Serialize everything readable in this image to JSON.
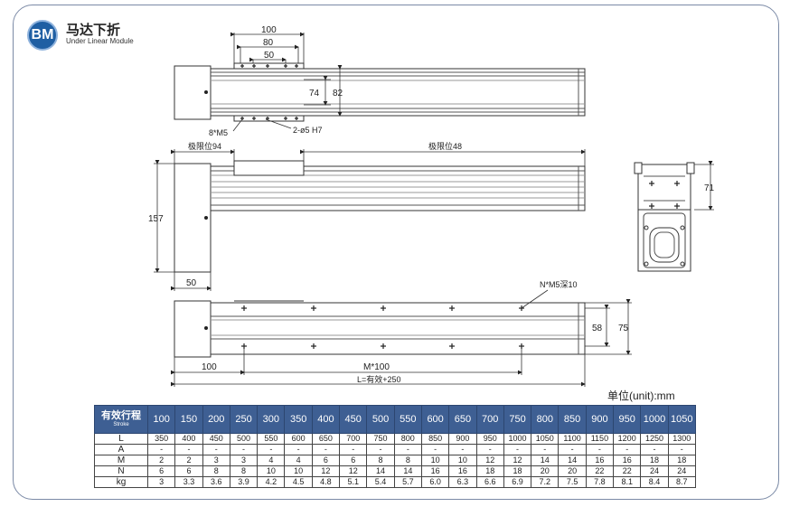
{
  "brand": {
    "logo_text": "BM",
    "title": "马达下折",
    "subtitle": "Under Linear Module"
  },
  "top_view": {
    "dim_100": "100",
    "dim_80": "80",
    "dim_50": "50",
    "dim_74": "74",
    "dim_82": "82",
    "label_bolts": "8*M5",
    "label_pin": "2-ø5 H7"
  },
  "side_view": {
    "limit_left": "极限位94",
    "limit_right": "极限位48",
    "dim_157": "157",
    "dim_50": "50"
  },
  "end_view": {
    "dim_71": "71"
  },
  "bottom_view": {
    "label_holes": "N*M5深10",
    "dim_58": "58",
    "dim_75": "75",
    "dim_100": "100",
    "dim_m": "M*100",
    "dim_l": "L=有效+250"
  },
  "unit_label": "单位(unit):mm",
  "spec_table": {
    "header_label": "有效行程",
    "header_sub": "Stroke",
    "strokes": [
      "100",
      "150",
      "200",
      "250",
      "300",
      "350",
      "400",
      "450",
      "500",
      "550",
      "600",
      "650",
      "700",
      "750",
      "800",
      "850",
      "900",
      "950",
      "1000",
      "1050"
    ],
    "rows": [
      {
        "label": "L",
        "values": [
          "350",
          "400",
          "450",
          "500",
          "550",
          "600",
          "650",
          "700",
          "750",
          "800",
          "850",
          "900",
          "950",
          "1000",
          "1050",
          "1100",
          "1150",
          "1200",
          "1250",
          "1300"
        ]
      },
      {
        "label": "A",
        "values": [
          "-",
          "-",
          "-",
          "-",
          "-",
          "-",
          "-",
          "-",
          "-",
          "-",
          "-",
          "-",
          "-",
          "-",
          "-",
          "-",
          "-",
          "-",
          "-",
          "-"
        ]
      },
      {
        "label": "M",
        "values": [
          "2",
          "2",
          "3",
          "3",
          "4",
          "4",
          "6",
          "6",
          "8",
          "8",
          "10",
          "10",
          "12",
          "12",
          "14",
          "14",
          "16",
          "16",
          "18",
          "18"
        ]
      },
      {
        "label": "N",
        "values": [
          "6",
          "6",
          "8",
          "8",
          "10",
          "10",
          "12",
          "12",
          "14",
          "14",
          "16",
          "16",
          "18",
          "18",
          "20",
          "20",
          "22",
          "22",
          "24",
          "24"
        ]
      },
      {
        "label": "kg",
        "values": [
          "3",
          "3.3",
          "3.6",
          "3.9",
          "4.2",
          "4.5",
          "4.8",
          "5.1",
          "5.4",
          "5.7",
          "6.0",
          "6.3",
          "6.6",
          "6.9",
          "7.2",
          "7.5",
          "7.8",
          "8.1",
          "8.4",
          "8.7"
        ]
      }
    ]
  }
}
